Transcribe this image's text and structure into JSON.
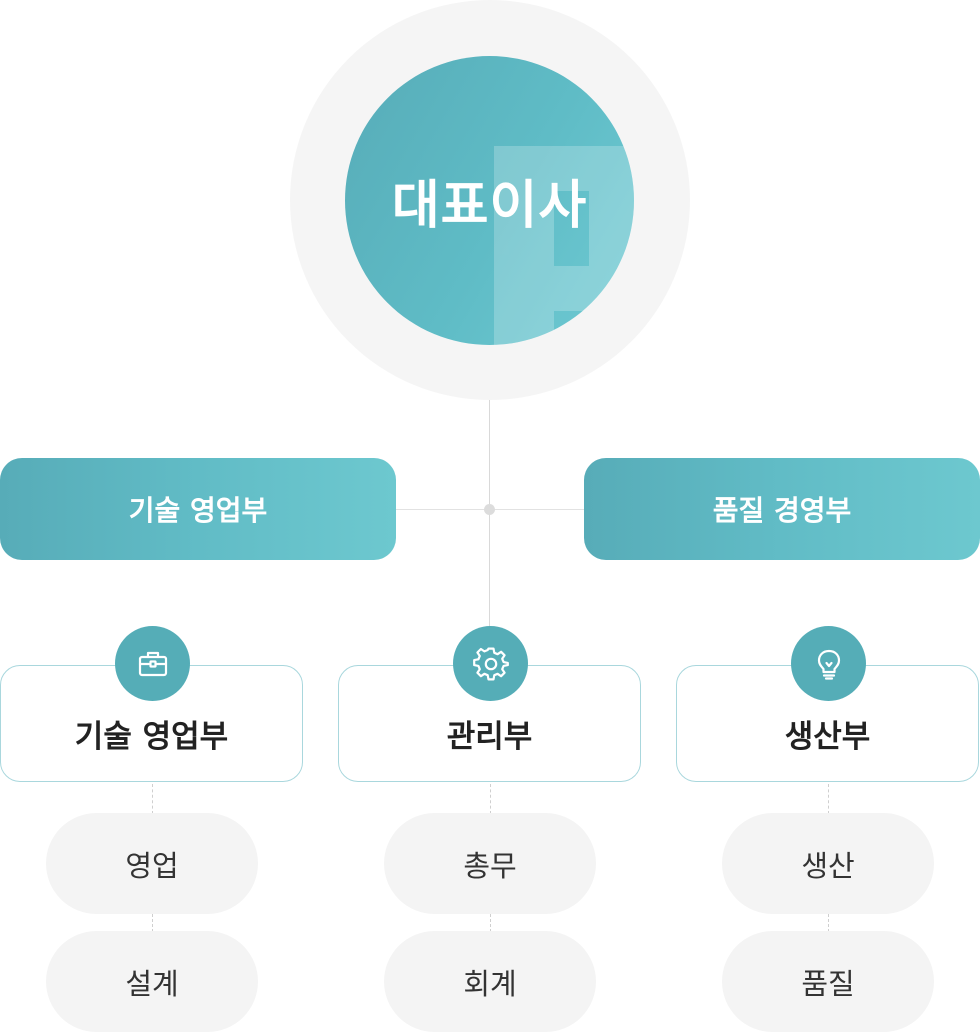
{
  "ceo": {
    "label": "대표이사"
  },
  "divisions": [
    {
      "label": "기술 영업부"
    },
    {
      "label": "품질 경영부"
    }
  ],
  "departments": [
    {
      "label": "기술 영업부",
      "icon": "briefcase-icon",
      "subs": [
        "영업",
        "설계"
      ]
    },
    {
      "label": "관리부",
      "icon": "gear-icon",
      "subs": [
        "총무",
        "회계"
      ]
    },
    {
      "label": "생산부",
      "icon": "lightbulb-icon",
      "subs": [
        "생산",
        "품질"
      ]
    }
  ],
  "colors": {
    "primary": "#57acb8",
    "primary_light": "#6dc8cf",
    "pill_bg": "#f4f4f4",
    "halo_bg": "#f5f5f5",
    "card_border": "#a9d7dd"
  }
}
